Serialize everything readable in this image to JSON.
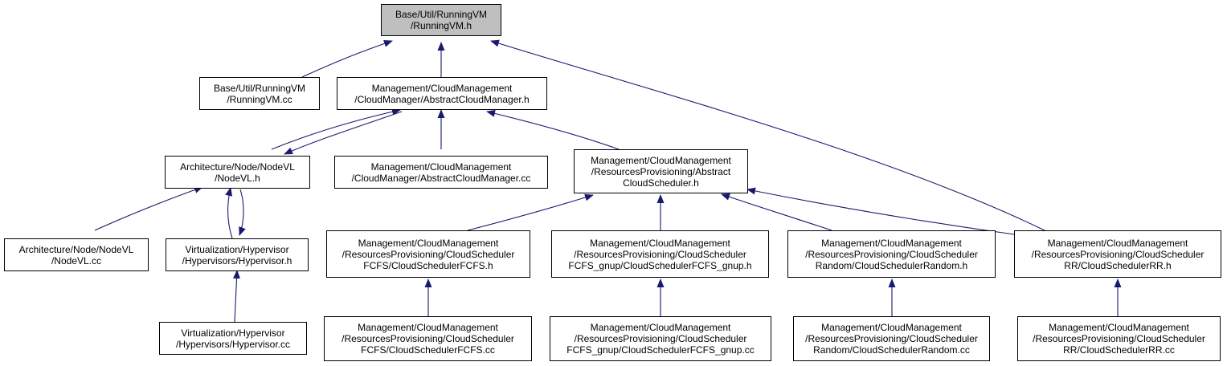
{
  "diagram": {
    "colors": {
      "edge": "#191970",
      "box_border": "#000000",
      "highlight_fill": "#bfbfbf",
      "background": "#ffffff"
    },
    "nodes": {
      "root": {
        "lines": [
          "Base/Util/RunningVM",
          "/RunningVM.h"
        ],
        "highlighted": true
      },
      "runningvm_cc": {
        "lines": [
          "Base/Util/RunningVM",
          "/RunningVM.cc"
        ]
      },
      "abstract_cloud_manager_h": {
        "lines": [
          "Management/CloudManagement",
          "/CloudManager/AbstractCloudManager.h"
        ]
      },
      "nodevl_h": {
        "lines": [
          "Architecture/Node/NodeVL",
          "/NodeVL.h"
        ]
      },
      "abstract_cloud_manager_cc": {
        "lines": [
          "Management/CloudManagement",
          "/CloudManager/AbstractCloudManager.cc"
        ]
      },
      "abstract_cloud_scheduler_h": {
        "lines": [
          "Management/CloudManagement",
          "/ResourcesProvisioning/Abstract",
          "CloudScheduler.h"
        ]
      },
      "nodevl_cc": {
        "lines": [
          "Architecture/Node/NodeVL",
          "/NodeVL.cc"
        ]
      },
      "hypervisor_h": {
        "lines": [
          "Virtualization/Hypervisor",
          "/Hypervisors/Hypervisor.h"
        ]
      },
      "fcfs_h": {
        "lines": [
          "Management/CloudManagement",
          "/ResourcesProvisioning/CloudScheduler",
          "FCFS/CloudSchedulerFCFS.h"
        ]
      },
      "fcfs_gnup_h": {
        "lines": [
          "Management/CloudManagement",
          "/ResourcesProvisioning/CloudScheduler",
          "FCFS_gnup/CloudSchedulerFCFS_gnup.h"
        ]
      },
      "random_h": {
        "lines": [
          "Management/CloudManagement",
          "/ResourcesProvisioning/CloudScheduler",
          "Random/CloudSchedulerRandom.h"
        ]
      },
      "rr_h": {
        "lines": [
          "Management/CloudManagement",
          "/ResourcesProvisioning/CloudScheduler",
          "RR/CloudSchedulerRR.h"
        ]
      },
      "hypervisor_cc": {
        "lines": [
          "Virtualization/Hypervisor",
          "/Hypervisors/Hypervisor.cc"
        ]
      },
      "fcfs_cc": {
        "lines": [
          "Management/CloudManagement",
          "/ResourcesProvisioning/CloudScheduler",
          "FCFS/CloudSchedulerFCFS.cc"
        ]
      },
      "fcfs_gnup_cc": {
        "lines": [
          "Management/CloudManagement",
          "/ResourcesProvisioning/CloudScheduler",
          "FCFS_gnup/CloudSchedulerFCFS_gnup.cc"
        ]
      },
      "random_cc": {
        "lines": [
          "Management/CloudManagement",
          "/ResourcesProvisioning/CloudScheduler",
          "Random/CloudSchedulerRandom.cc"
        ]
      },
      "rr_cc": {
        "lines": [
          "Management/CloudManagement",
          "/ResourcesProvisioning/CloudScheduler",
          "RR/CloudSchedulerRR.cc"
        ]
      }
    },
    "edges": [
      {
        "from": "root",
        "to": "runningvm_cc"
      },
      {
        "from": "root",
        "to": "abstract_cloud_manager_h"
      },
      {
        "from": "root",
        "to": "rr_h"
      },
      {
        "from": "abstract_cloud_manager_h",
        "to": "nodevl_h"
      },
      {
        "from": "nodevl_h",
        "to": "abstract_cloud_manager_h"
      },
      {
        "from": "abstract_cloud_manager_h",
        "to": "abstract_cloud_manager_cc"
      },
      {
        "from": "abstract_cloud_manager_h",
        "to": "abstract_cloud_scheduler_h"
      },
      {
        "from": "nodevl_h",
        "to": "nodevl_cc"
      },
      {
        "from": "nodevl_h",
        "to": "hypervisor_h"
      },
      {
        "from": "hypervisor_h",
        "to": "nodevl_h"
      },
      {
        "from": "hypervisor_h",
        "to": "hypervisor_cc"
      },
      {
        "from": "abstract_cloud_scheduler_h",
        "to": "fcfs_h"
      },
      {
        "from": "abstract_cloud_scheduler_h",
        "to": "fcfs_gnup_h"
      },
      {
        "from": "abstract_cloud_scheduler_h",
        "to": "random_h"
      },
      {
        "from": "abstract_cloud_scheduler_h",
        "to": "rr_h"
      },
      {
        "from": "fcfs_h",
        "to": "fcfs_cc"
      },
      {
        "from": "fcfs_gnup_h",
        "to": "fcfs_gnup_cc"
      },
      {
        "from": "random_h",
        "to": "random_cc"
      },
      {
        "from": "rr_h",
        "to": "rr_cc"
      }
    ]
  }
}
